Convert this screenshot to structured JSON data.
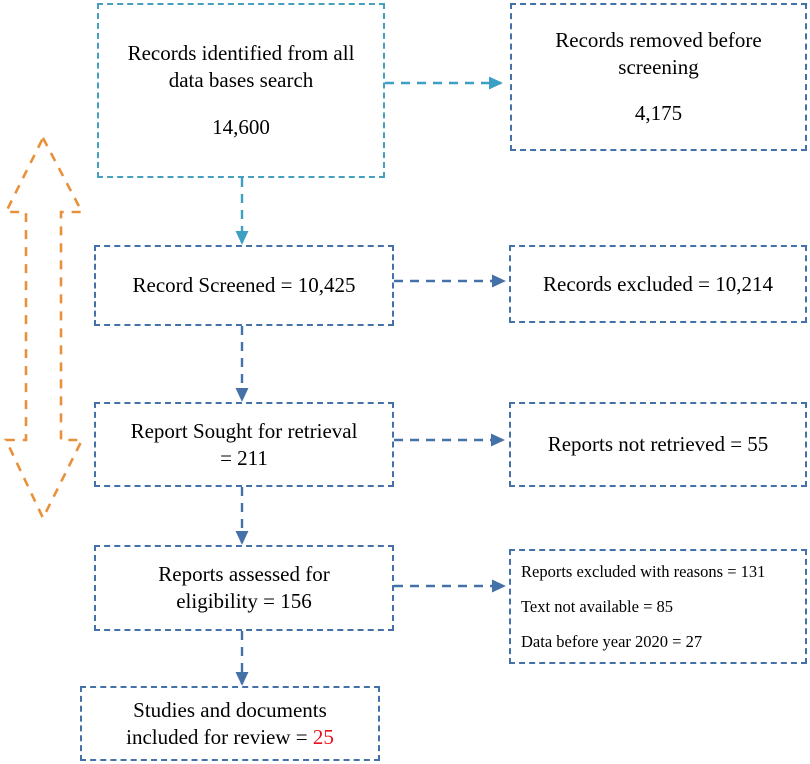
{
  "diagram": {
    "type": "prisma-flow-diagram",
    "colors": {
      "box_border_steel": "#4472a8",
      "box_border_teal": "#45a0c0",
      "connector_steel": "#4472a8",
      "connector_teal": "#3ba0c4",
      "double_arrow_orange": "#e8903a",
      "highlight_red": "#e8121c",
      "text": "#000000",
      "background": "#ffffff"
    },
    "boxes": {
      "identified": {
        "line1": "Records identified from all",
        "line2": "data bases search",
        "count": "14,600"
      },
      "removed_before_screening": {
        "line1": "Records removed before",
        "line2": "screening",
        "count": "4,175"
      },
      "record_screened": {
        "line1": "Record Screened = 10,425"
      },
      "records_excluded": {
        "line1": "Records excluded = 10,214"
      },
      "report_sought": {
        "line1": "Report Sought for retrieval",
        "line2": "= 211"
      },
      "reports_not_retrieved": {
        "line1": "Reports not retrieved = 55"
      },
      "reports_assessed": {
        "line1": "Reports assessed for",
        "line2": "eligibility = 156"
      },
      "reports_excluded_reasons": {
        "line1": "Reports excluded with reasons = 131",
        "line2": "Text not available = 85",
        "line3": "Data before year 2020 = 27"
      },
      "included": {
        "line1": "Studies and documents",
        "line2_prefix": "included for review = ",
        "line2_count": "25"
      }
    }
  }
}
